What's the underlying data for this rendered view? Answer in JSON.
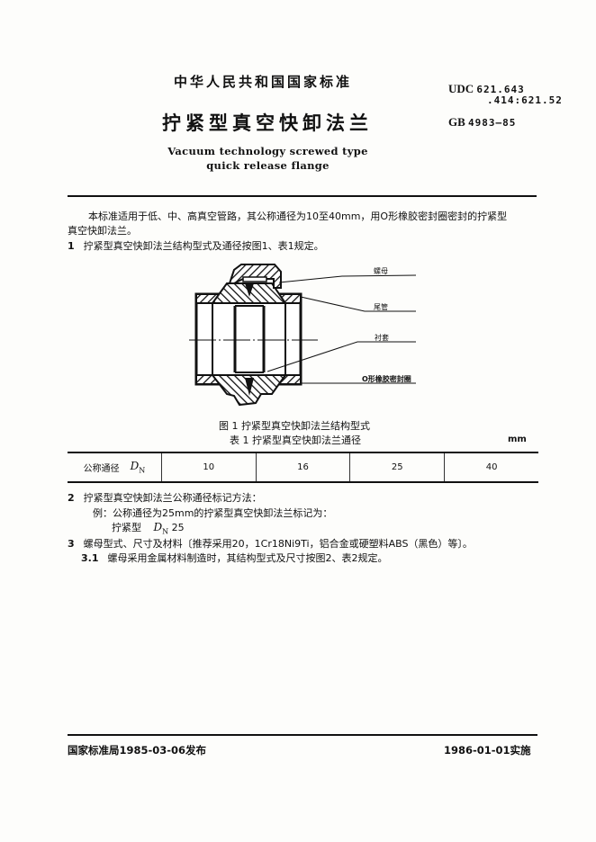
{
  "header": {
    "standard_name": "中华人民共和国国家标准",
    "title_cn": "拧紧型真空快卸法兰",
    "title_en_line1": "Vacuum technology screwed type",
    "title_en_line2": "quick release flange",
    "udc_label": "UDC",
    "udc_line1": "621.643",
    "udc_line2": ".414:621.52",
    "gb_label": "GB",
    "gb_number": "4983—85"
  },
  "intro": {
    "line1": "本标准适用于低、中、高真空管路，其公称通径为10至40mm，用O形橡胶密封圈密封的拧紧型",
    "line2": "真空快卸法兰。"
  },
  "section1": {
    "number": "1",
    "text": "拧紧型真空快卸法兰结构型式及通径按图1、表1规定。"
  },
  "figure1": {
    "callouts": [
      "螺母",
      "尾管",
      "衬套",
      "O形橡胶密封圈"
    ],
    "caption": "图 1   拧紧型真空快卸法兰结构型式"
  },
  "table1": {
    "caption": "表 1   拧紧型真空快卸法兰通径",
    "unit": "mm",
    "row_label": "公称通径",
    "row_symbol": "D",
    "row_symbol_sub": "N",
    "values": [
      "10",
      "16",
      "25",
      "40"
    ]
  },
  "section2": {
    "number": "2",
    "text": "拧紧型真空快卸法兰公称通径标记方法：",
    "example": "例：公称通径为25mm的拧紧型真空快卸法兰标记为：",
    "marking_prefix": "拧紧型",
    "marking_symbol": "D",
    "marking_sub": "N",
    "marking_value": "25"
  },
  "section3": {
    "number": "3",
    "text": "螺母型式、尺寸及材料〔推荐采用20，1Cr18Ni9Ti，铝合金或硬塑料ABS（黑色）等〕。",
    "sub_number": "3.1",
    "sub_text": "螺母采用金属材料制造时，其结构型式及尺寸按图2、表2规定。"
  },
  "footer": {
    "issued": "国家标准局1985-03-06发布",
    "effective": "1986-01-01实施"
  }
}
